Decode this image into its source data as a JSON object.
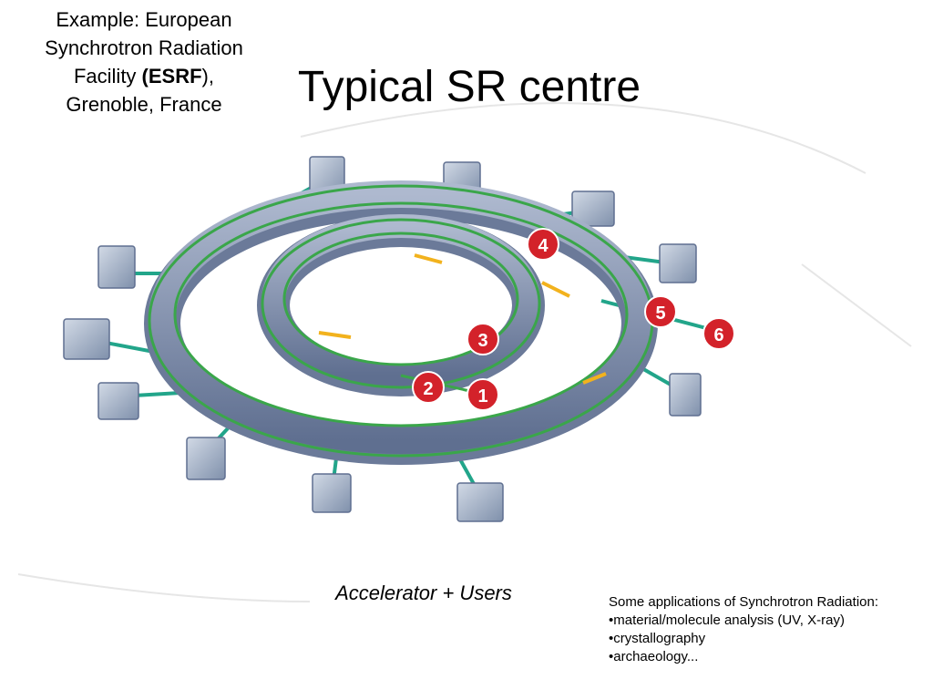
{
  "caption": {
    "line1": "Example: European",
    "line2": "Synchrotron Radiation",
    "line3_prefix": "Facility ",
    "line3_strong": "(ESRF",
    "line3_suffix": "),",
    "line4": "Grenoble, France"
  },
  "title": "Typical SR centre",
  "diagram": {
    "markers": [
      "1",
      "2",
      "3",
      "4",
      "5",
      "6"
    ],
    "colors": {
      "ring": "#8e9cb8",
      "ring_dark": "#6b7a99",
      "beam": "#3aa64a",
      "beamline": "#22a58a",
      "marker": "#d3222a",
      "building": "#9aa9bf"
    }
  },
  "sub_caption": "Accelerator + Users",
  "applications": {
    "heading": "Some applications of Synchrotron Radiation:",
    "items": [
      "•material/molecule analysis (UV, X-ray)",
      "•crystallography",
      "•archaeology..."
    ]
  }
}
